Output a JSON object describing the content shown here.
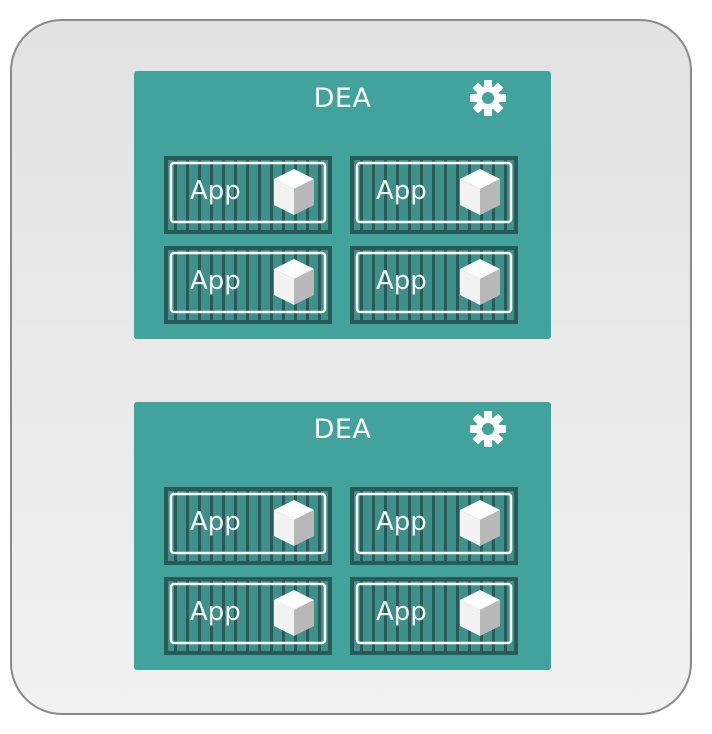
{
  "colors": {
    "panel": "#41a39b",
    "container_bg": "#2c7b74",
    "container_stripe": "#2a5a57",
    "frame": "#8a8a8a",
    "text": "#ffffff"
  },
  "deas": [
    {
      "title": "DEA",
      "icon": "gear-icon",
      "apps": [
        {
          "label": "App",
          "icon": "cube-icon"
        },
        {
          "label": "App",
          "icon": "cube-icon"
        },
        {
          "label": "App",
          "icon": "cube-icon"
        },
        {
          "label": "App",
          "icon": "cube-icon"
        }
      ]
    },
    {
      "title": "DEA",
      "icon": "gear-icon",
      "apps": [
        {
          "label": "App",
          "icon": "cube-icon"
        },
        {
          "label": "App",
          "icon": "cube-icon"
        },
        {
          "label": "App",
          "icon": "cube-icon"
        },
        {
          "label": "App",
          "icon": "cube-icon"
        }
      ]
    }
  ]
}
